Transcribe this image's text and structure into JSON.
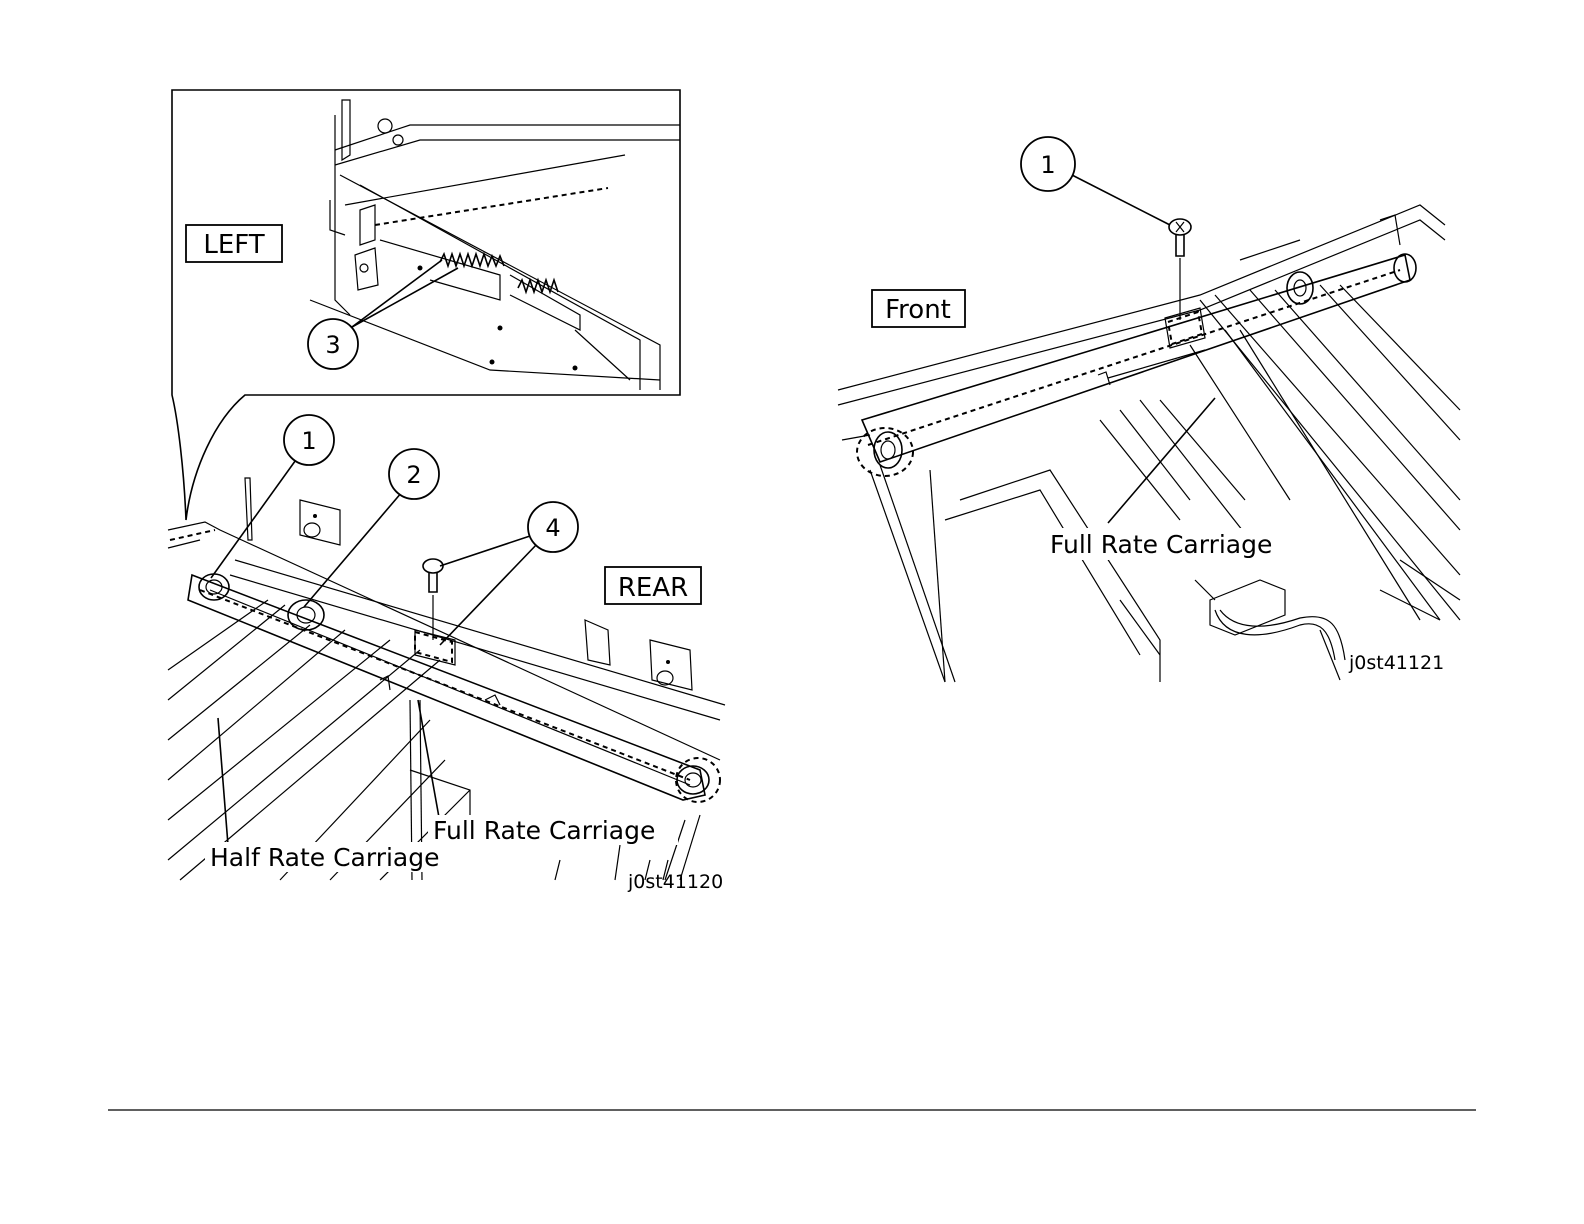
{
  "left_figure": {
    "inset_tag": "LEFT",
    "side_tag": "REAR",
    "callouts": [
      "1",
      "2",
      "3",
      "4"
    ],
    "labels": {
      "full_rate": "Full Rate Carriage",
      "half_rate": "Half Rate Carriage"
    },
    "figure_id": "j0st41120"
  },
  "right_figure": {
    "side_tag": "Front",
    "callouts": [
      "1"
    ],
    "labels": {
      "full_rate": "Full Rate Carriage"
    },
    "figure_id": "j0st41121"
  }
}
